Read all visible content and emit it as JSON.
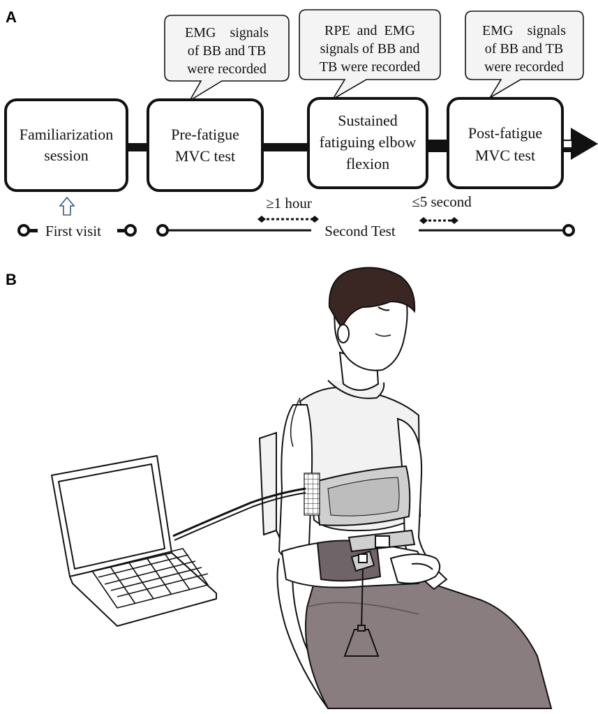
{
  "panel_a": {
    "label": "A",
    "steps": [
      {
        "line1": "Familiarization",
        "line2": "session",
        "line3": ""
      },
      {
        "line1": "Pre-fatigue",
        "line2": "MVC test",
        "line3": ""
      },
      {
        "line1": "Sustained",
        "line2": "fatiguing elbow",
        "line3": "flexion"
      },
      {
        "line1": "Post-fatigue",
        "line2": "MVC test",
        "line3": ""
      }
    ],
    "callouts": [
      {
        "line1": "EMG    signals",
        "line2": "of BB and TB",
        "line3": "were recorded"
      },
      {
        "line1": "RPE  and  EMG",
        "line2": "signals of BB and",
        "line3": "TB were recorded"
      },
      {
        "line1": "EMG    signals",
        "line2": "of BB and TB",
        "line3": "were recorded"
      }
    ],
    "interval_1": "≥1 hour",
    "interval_2": "≤5 second",
    "first_visit": "First visit",
    "second_test": "Second Test"
  },
  "panel_b": {
    "label": "B"
  },
  "colors": {
    "stroke": "#111111",
    "callout_fill": "#f4f4f4",
    "shirt": "#f2f2f2",
    "strap": "#cfcfcf",
    "pants": "#8a7d80",
    "pants_dark": "#6f6467",
    "hair": "#3a2622",
    "skin": "#ffffff",
    "arrow_blue": "#3a5a80"
  }
}
